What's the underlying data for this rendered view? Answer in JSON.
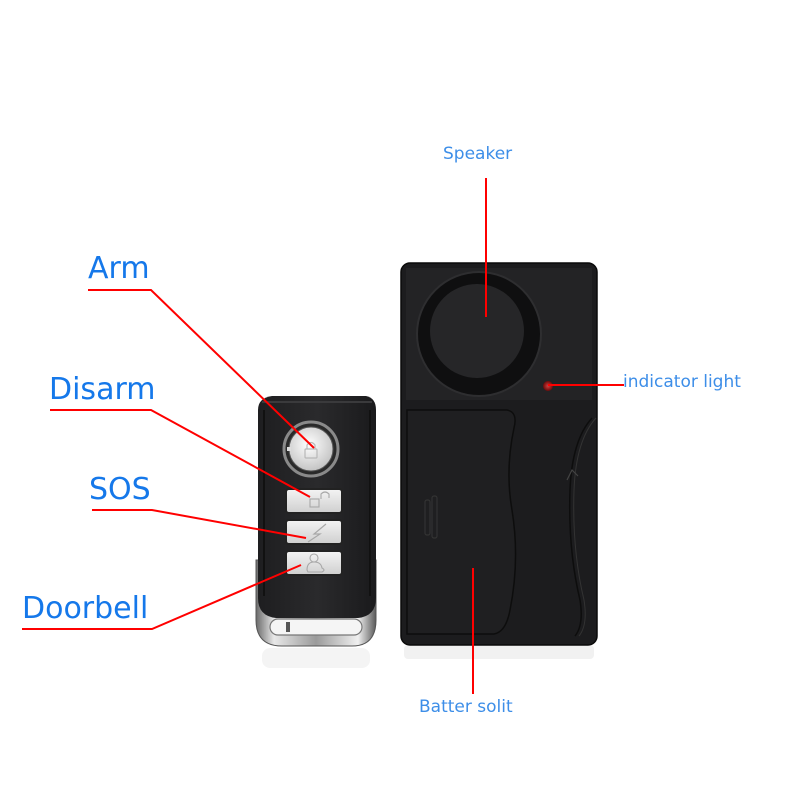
{
  "diagram": {
    "type": "product-callout",
    "subject": "Wireless alarm with remote control",
    "annotation_color": "#ff0000",
    "label_color": "#1a73e8"
  },
  "remote": {
    "labels": {
      "arm": "Arm",
      "disarm": "Disarm",
      "sos": "SOS",
      "doorbell": "Doorbell"
    },
    "buttons": [
      {
        "name": "arm",
        "icon": "lock-icon"
      },
      {
        "name": "disarm",
        "icon": "unlock-icon"
      },
      {
        "name": "sos",
        "icon": "lightning-icon"
      },
      {
        "name": "doorbell",
        "icon": "bell-icon"
      }
    ]
  },
  "alarm_unit": {
    "labels": {
      "speaker": "Speaker",
      "indicator": "indicator light",
      "battery": "Batter solit"
    }
  }
}
